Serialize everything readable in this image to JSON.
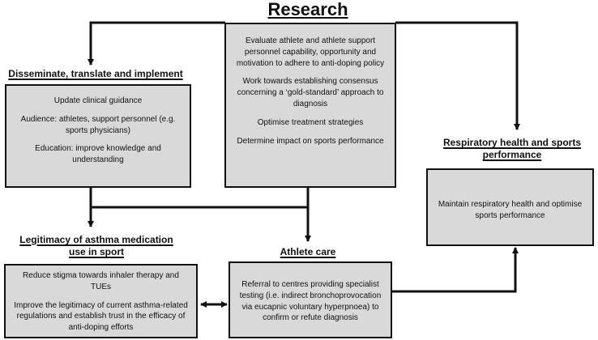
{
  "research": {
    "title": "Research",
    "items": [
      "Evaluate athlete and athlete support personnel capability, opportunity and motivation to adhere to anti-doping policy",
      "Work towards establishing consensus concerning a ‘gold-standard’ approach to diagnosis",
      "Optimise treatment strategies",
      "Determine impact on sports performance"
    ]
  },
  "disseminate": {
    "title": "Disseminate, translate and implement",
    "items": [
      "Update clinical guidance",
      "Audience: athletes, support personnel (e.g. sports physicians)",
      "Education: improve knowledge and understanding"
    ]
  },
  "respiratory": {
    "title_line1": "Respiratory health and sports",
    "title_line2": "performance",
    "items": [
      "Maintain respiratory health and optimise sports performance"
    ]
  },
  "legitimacy": {
    "title_line1": "Legitimacy of asthma medication",
    "title_line2": "use in sport",
    "items": [
      "Reduce stigma towards inhaler therapy and TUEs",
      "Improve the legitimacy of current asthma-related regulations and establish trust in the efficacy of anti-doping efforts"
    ]
  },
  "athlete_care": {
    "title": "Athlete care",
    "items": [
      "Referral to centres providing specialist testing (i.e. indirect bronchoprovocation via eucapnic voluntary hyperpnoea) to confirm or refute diagnosis"
    ]
  }
}
